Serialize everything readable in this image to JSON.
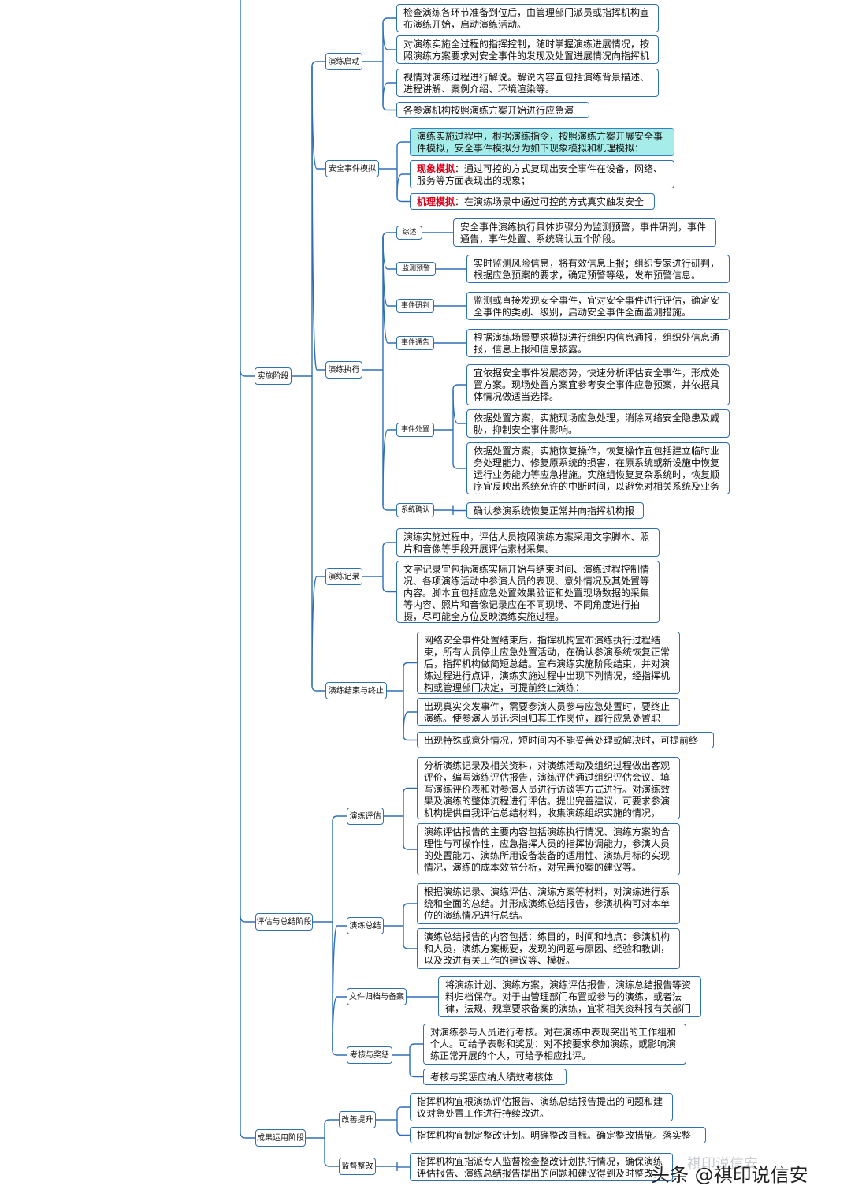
{
  "branches": {
    "shishi": "实施阶段",
    "pinggu": "评估与总结阶段",
    "chengguo": "成果运用阶段"
  },
  "topics": {
    "qidong": "演练启动",
    "moni": "安全事件模拟",
    "zhixing": "演练执行",
    "jilu": "演练记录",
    "jieshu": "演练结束与终止",
    "pinggu": "演练评估",
    "zongjie": "演练总结",
    "guidang": "文件归档与备案",
    "kaohe": "考核与奖惩",
    "gaishan": "改善提升",
    "jiandu": "监督整改"
  },
  "subtopics": {
    "zongshu": "综述",
    "jiance": "监测预警",
    "yanpan": "事件研判",
    "tongbao": "事件通告",
    "chuzhi": "事件处置",
    "queren": "系统确认"
  },
  "texts": {
    "qd1": "检查演练各环节准备到位后，由管理部门派员或指挥机构宣布演练开始，启动演练活动。",
    "qd2": "对演练实施全过程的指挥控制，随时掌握演练进展情况，按照演练方案要求对安全事件的发现及处置进展情况向指挥机构报告。",
    "qd3": "视情对演练过程进行解说。解说内容宜包括演练背景描述、进程讲解、案例介绍、环境渲染等。",
    "qd4": "各参演机构按照演练方案开始进行应急演练。",
    "mn1": "演练实施过程中，根据演练指令，按照演练方案开展安全事件模拟，安全事件模拟分为如下现象模拟和机理模拟：",
    "mn2_kw": "现象模拟",
    "mn2": "：通过可控的方式复现出安全事件在设备，网络、服务等方面表现出的现象；",
    "mn3_kw": "机理模拟",
    "mn3": "：在演练场景中通过可控的方式真实触发安全事件，",
    "zs": "安全事件演练执行具体步骤分为监测预警，事件研判，事件通告，事件处置、系统确认五个阶段。",
    "jc": "实时监测风险信息，将有效信息上报；组织专家进行研判，根据应急预案的要求，确定预警等级，发布预警信息。",
    "yp": "监测或直接发现安全事件，宜对安全事件进行评估，确定安全事件的类别、级别，启动安全事件全面监测措施。",
    "tb": "根据演练场景要求模拟进行组织内信息通报，组织外信息通报，信息上报和信息披露。",
    "cz1": "宜依据安全事件发展态势，快速分析评估安全事件，形成处置方案。现场处置方案宜参考安全事件应急预案，并依据具体情况做适当选择。",
    "cz2": "依据处置方案，实施现场应急处理，消除网络安全隐患及威胁，抑制安全事件影响。",
    "cz3": "依据处置方案，实施恢复操作，恢复操作宜包括建立临时业务处理能力、修复原系统的损害，在原系统或新设施中恢复运行业务能力等应急措施。实施组恢复复杂系统时，恢复顺序宜反映出系统允许的中断时间，以避免对相关系统及业务的重大影响。",
    "qr": "确认参演系统恢复正常并向指挥机构报告。",
    "jl1": "演练实施过程中，评估人员按照演练方案采用文字脚本、照片和音像等手段开展评估素材采集。",
    "jl2": "文字记录宜包括演练实际开始与结束时间、演练过程控制情况、各项演练活动中参演人员的表现、意外情况及其处置等内容。脚本宜包括应急处置效果验证和处置现场数据的采集等内容、照片和音像记录应在不同现场、不同角度进行拍摄，尽可能全方位反映演练实施过程。",
    "js1": "网络安全事件处置结束后，指挥机构宣布演练执行过程结束，所有人员停止应急处置活动，在确认参演系统恢复正常后，指挥机构做简短总结。宣布演练实施阶段结束，并对演练过程进行点评，演练实施过程中出现下列情况，经指挥机构或管理部门决定，可提前终止演练：",
    "js2": "出现真实突发事件，需要参演人员参与应急处置时，要终止演练。使参演人员迅速回归其工作岗位，履行应急处置职责；",
    "js3": "出现特殊或意外情况，短时间内不能妥善处理或解决时，可提前终止演练。",
    "pg1": "分析演练记录及相关资料，对演练活动及组织过程做出客观评价，编写演练评估报告，演练评估通过组织评估会议、填写演练评价表和对参演人员进行访谈等方式进行。对演练效果及演练的整体流程进行评估。提出完善建议，可要求参演机构提供自我评估总结材料，收集演练组织实施的情况，",
    "pg2": "演练评估报告的主要内容包括演练执行情况、演练方案的合理性与可操作性，应急指挥人员的指挥协调能力，参演人员的处置能力、演练所用设备装备的适用性、演练月标的实现情况，演练的成本效益分析，对完善预案的建议等。",
    "zj1": "根据演练记录、演练评估、演练方案等材料，对演练进行系统和全面的总结。并形成演练总结报告，参演机构可对本单位的演练情况进行总结。",
    "zj2": "演练总结报告的内容包括：练目的，时间和地点：参演机构和人员，演练方案概要，发现的问题与原因、经验和教训，以及改进有关工作的建议等、模板。",
    "gd": "将演练计划、演练方案，演练评估报告，演练总结报告等资料归档保存。对于由管理部门布置或参与的演练，或者法律，法规、规章要求备案的演练，宜将相关资料报有关部门备案。",
    "kh1": "对演练参与人员进行考核。对在演练中表现突出的工作组和个人。可给予表彰和奖励：对不按要求参加演练，或影响演练正常开展的个人，可给予相应批评。",
    "kh2": "考核与奖惩应纳人绩效考核体系。",
    "gs1": "指挥机构宜根演练评估报告、演练总结报告提出的问题和建议对急处置工作进行持续改进。",
    "gs2": "指挥机构宜制定整改计划。明确整改目标。确定整改措施。落实整改资金。",
    "jd": "指挥机构宜指派专人监督检查整改计划执行情况，确保演练评估报告、演练总结报告提出的问题和建议得到及时整改，"
  },
  "watermark": {
    "main": "头条 @祺印说信安",
    "faint": "祺印说信安"
  },
  "colors": {
    "line": "#2f6fb6",
    "node_border": "#2f6fb6",
    "highlight_fill": "#a6ece8",
    "keyword": "#e0001a"
  }
}
